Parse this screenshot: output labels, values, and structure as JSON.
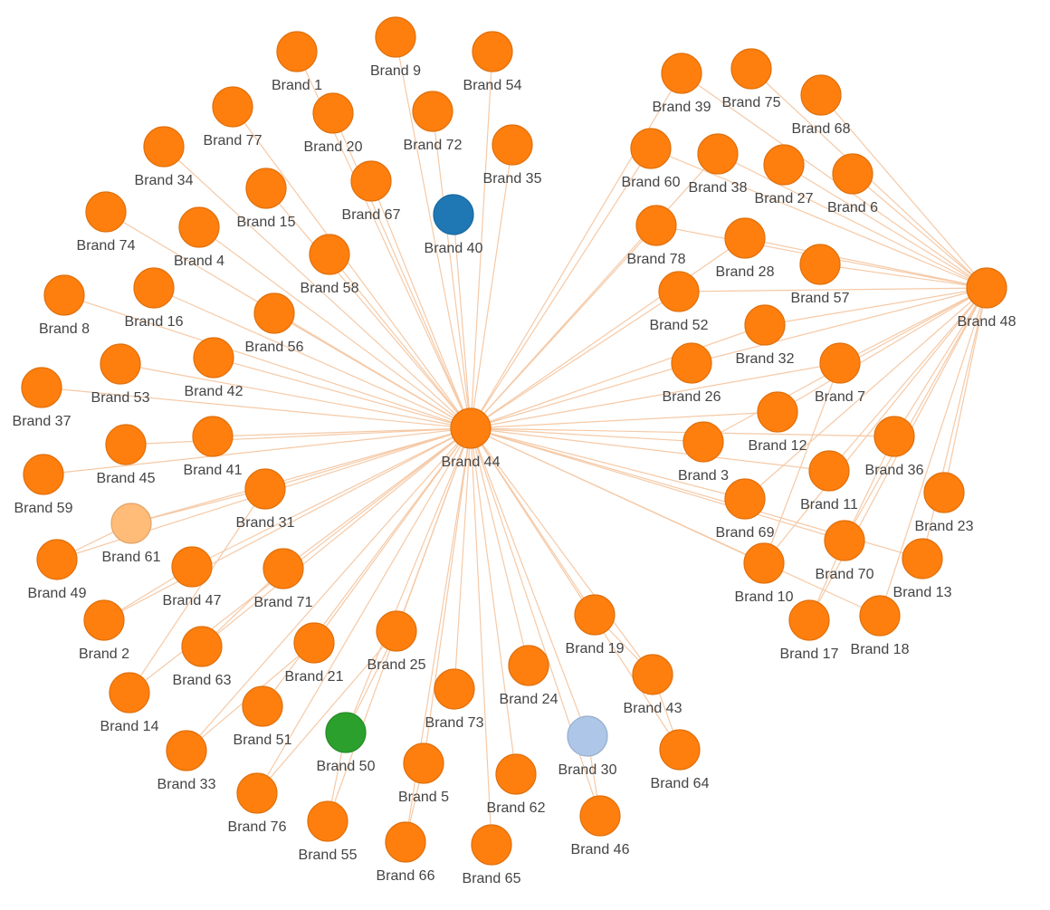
{
  "colors": {
    "default": "#ff7f0e",
    "light_orange": "#ffbb78",
    "blue": "#1f77b4",
    "green": "#2ca02c",
    "light_blue": "#aec7e8",
    "edge": "#f5c9a6",
    "label": "#444444"
  },
  "nodes": [
    {
      "id": "44",
      "label": "Brand 44",
      "color": "default"
    },
    {
      "id": "48",
      "label": "Brand 48",
      "color": "default"
    },
    {
      "id": "1",
      "label": "Brand 1",
      "color": "default"
    },
    {
      "id": "9",
      "label": "Brand 9",
      "color": "default"
    },
    {
      "id": "54",
      "label": "Brand 54",
      "color": "default"
    },
    {
      "id": "20",
      "label": "Brand 20",
      "color": "default"
    },
    {
      "id": "72",
      "label": "Brand 72",
      "color": "default"
    },
    {
      "id": "77",
      "label": "Brand 77",
      "color": "default"
    },
    {
      "id": "35",
      "label": "Brand 35",
      "color": "default"
    },
    {
      "id": "34",
      "label": "Brand 34",
      "color": "default"
    },
    {
      "id": "67",
      "label": "Brand 67",
      "color": "default"
    },
    {
      "id": "15",
      "label": "Brand 15",
      "color": "default"
    },
    {
      "id": "40",
      "label": "Brand 40",
      "color": "blue"
    },
    {
      "id": "74",
      "label": "Brand 74",
      "color": "default"
    },
    {
      "id": "4",
      "label": "Brand 4",
      "color": "default"
    },
    {
      "id": "58",
      "label": "Brand 58",
      "color": "default"
    },
    {
      "id": "8",
      "label": "Brand 8",
      "color": "default"
    },
    {
      "id": "16",
      "label": "Brand 16",
      "color": "default"
    },
    {
      "id": "56",
      "label": "Brand 56",
      "color": "default"
    },
    {
      "id": "53",
      "label": "Brand 53",
      "color": "default"
    },
    {
      "id": "42",
      "label": "Brand 42",
      "color": "default"
    },
    {
      "id": "37",
      "label": "Brand 37",
      "color": "default"
    },
    {
      "id": "45",
      "label": "Brand 45",
      "color": "default"
    },
    {
      "id": "41",
      "label": "Brand 41",
      "color": "default"
    },
    {
      "id": "59",
      "label": "Brand 59",
      "color": "default"
    },
    {
      "id": "31",
      "label": "Brand 31",
      "color": "default"
    },
    {
      "id": "61",
      "label": "Brand 61",
      "color": "light_orange"
    },
    {
      "id": "49",
      "label": "Brand 49",
      "color": "default"
    },
    {
      "id": "47",
      "label": "Brand 47",
      "color": "default"
    },
    {
      "id": "71",
      "label": "Brand 71",
      "color": "default"
    },
    {
      "id": "2",
      "label": "Brand 2",
      "color": "default"
    },
    {
      "id": "63",
      "label": "Brand 63",
      "color": "default"
    },
    {
      "id": "21",
      "label": "Brand 21",
      "color": "default"
    },
    {
      "id": "25",
      "label": "Brand 25",
      "color": "default"
    },
    {
      "id": "14",
      "label": "Brand 14",
      "color": "default"
    },
    {
      "id": "51",
      "label": "Brand 51",
      "color": "default"
    },
    {
      "id": "73",
      "label": "Brand 73",
      "color": "default"
    },
    {
      "id": "24",
      "label": "Brand 24",
      "color": "default"
    },
    {
      "id": "19",
      "label": "Brand 19",
      "color": "default"
    },
    {
      "id": "43",
      "label": "Brand 43",
      "color": "default"
    },
    {
      "id": "33",
      "label": "Brand 33",
      "color": "default"
    },
    {
      "id": "50",
      "label": "Brand 50",
      "color": "green"
    },
    {
      "id": "5",
      "label": "Brand 5",
      "color": "default"
    },
    {
      "id": "30",
      "label": "Brand 30",
      "color": "light_blue"
    },
    {
      "id": "64",
      "label": "Brand 64",
      "color": "default"
    },
    {
      "id": "76",
      "label": "Brand 76",
      "color": "default"
    },
    {
      "id": "62",
      "label": "Brand 62",
      "color": "default"
    },
    {
      "id": "55",
      "label": "Brand 55",
      "color": "default"
    },
    {
      "id": "46",
      "label": "Brand 46",
      "color": "default"
    },
    {
      "id": "66",
      "label": "Brand 66",
      "color": "default"
    },
    {
      "id": "65",
      "label": "Brand 65",
      "color": "default"
    },
    {
      "id": "39",
      "label": "Brand 39",
      "color": "default"
    },
    {
      "id": "75",
      "label": "Brand 75",
      "color": "default"
    },
    {
      "id": "68",
      "label": "Brand 68",
      "color": "default"
    },
    {
      "id": "60",
      "label": "Brand 60",
      "color": "default"
    },
    {
      "id": "38",
      "label": "Brand 38",
      "color": "default"
    },
    {
      "id": "27",
      "label": "Brand 27",
      "color": "default"
    },
    {
      "id": "6",
      "label": "Brand 6",
      "color": "default"
    },
    {
      "id": "78",
      "label": "Brand 78",
      "color": "default"
    },
    {
      "id": "28",
      "label": "Brand 28",
      "color": "default"
    },
    {
      "id": "57",
      "label": "Brand 57",
      "color": "default"
    },
    {
      "id": "52",
      "label": "Brand 52",
      "color": "default"
    },
    {
      "id": "32",
      "label": "Brand 32",
      "color": "default"
    },
    {
      "id": "26",
      "label": "Brand 26",
      "color": "default"
    },
    {
      "id": "7",
      "label": "Brand 7",
      "color": "default"
    },
    {
      "id": "12",
      "label": "Brand 12",
      "color": "default"
    },
    {
      "id": "3",
      "label": "Brand 3",
      "color": "default"
    },
    {
      "id": "36",
      "label": "Brand 36",
      "color": "default"
    },
    {
      "id": "11",
      "label": "Brand 11",
      "color": "default"
    },
    {
      "id": "23",
      "label": "Brand 23",
      "color": "default"
    },
    {
      "id": "69",
      "label": "Brand 69",
      "color": "default"
    },
    {
      "id": "70",
      "label": "Brand 70",
      "color": "default"
    },
    {
      "id": "13",
      "label": "Brand 13",
      "color": "default"
    },
    {
      "id": "10",
      "label": "Brand 10",
      "color": "default"
    },
    {
      "id": "17",
      "label": "Brand 17",
      "color": "default"
    },
    {
      "id": "18",
      "label": "Brand 18",
      "color": "default"
    }
  ],
  "edges": [
    [
      "44",
      "1"
    ],
    [
      "44",
      "9"
    ],
    [
      "44",
      "54"
    ],
    [
      "44",
      "20"
    ],
    [
      "44",
      "72"
    ],
    [
      "44",
      "77"
    ],
    [
      "44",
      "35"
    ],
    [
      "44",
      "34"
    ],
    [
      "44",
      "67"
    ],
    [
      "44",
      "15"
    ],
    [
      "44",
      "40"
    ],
    [
      "44",
      "74"
    ],
    [
      "44",
      "4"
    ],
    [
      "44",
      "58"
    ],
    [
      "44",
      "8"
    ],
    [
      "44",
      "16"
    ],
    [
      "44",
      "56"
    ],
    [
      "44",
      "53"
    ],
    [
      "44",
      "42"
    ],
    [
      "44",
      "37"
    ],
    [
      "44",
      "45"
    ],
    [
      "44",
      "41"
    ],
    [
      "44",
      "59"
    ],
    [
      "44",
      "31"
    ],
    [
      "44",
      "61"
    ],
    [
      "44",
      "49"
    ],
    [
      "44",
      "47"
    ],
    [
      "44",
      "71"
    ],
    [
      "44",
      "2"
    ],
    [
      "44",
      "63"
    ],
    [
      "44",
      "21"
    ],
    [
      "44",
      "25"
    ],
    [
      "44",
      "14"
    ],
    [
      "44",
      "51"
    ],
    [
      "44",
      "73"
    ],
    [
      "44",
      "24"
    ],
    [
      "44",
      "19"
    ],
    [
      "44",
      "43"
    ],
    [
      "44",
      "33"
    ],
    [
      "44",
      "50"
    ],
    [
      "44",
      "5"
    ],
    [
      "44",
      "30"
    ],
    [
      "44",
      "64"
    ],
    [
      "44",
      "76"
    ],
    [
      "44",
      "62"
    ],
    [
      "44",
      "55"
    ],
    [
      "44",
      "46"
    ],
    [
      "44",
      "66"
    ],
    [
      "44",
      "65"
    ],
    [
      "44",
      "39"
    ],
    [
      "44",
      "60"
    ],
    [
      "44",
      "38"
    ],
    [
      "44",
      "78"
    ],
    [
      "44",
      "28"
    ],
    [
      "44",
      "52"
    ],
    [
      "44",
      "32"
    ],
    [
      "44",
      "26"
    ],
    [
      "44",
      "12"
    ],
    [
      "44",
      "3"
    ],
    [
      "44",
      "11"
    ],
    [
      "44",
      "69"
    ],
    [
      "44",
      "10"
    ],
    [
      "44",
      "7"
    ],
    [
      "44",
      "70"
    ],
    [
      "44",
      "13"
    ],
    [
      "44",
      "36"
    ],
    [
      "44",
      "18"
    ],
    [
      "48",
      "39"
    ],
    [
      "48",
      "75"
    ],
    [
      "48",
      "68"
    ],
    [
      "48",
      "60"
    ],
    [
      "48",
      "38"
    ],
    [
      "48",
      "27"
    ],
    [
      "48",
      "6"
    ],
    [
      "48",
      "78"
    ],
    [
      "48",
      "28"
    ],
    [
      "48",
      "57"
    ],
    [
      "48",
      "52"
    ],
    [
      "48",
      "32"
    ],
    [
      "48",
      "26"
    ],
    [
      "48",
      "7"
    ],
    [
      "48",
      "12"
    ],
    [
      "48",
      "3"
    ],
    [
      "48",
      "36"
    ],
    [
      "48",
      "11"
    ],
    [
      "48",
      "23"
    ],
    [
      "48",
      "69"
    ],
    [
      "48",
      "70"
    ],
    [
      "48",
      "13"
    ],
    [
      "48",
      "10"
    ],
    [
      "48",
      "17"
    ],
    [
      "48",
      "18"
    ],
    [
      "43",
      "19"
    ],
    [
      "43",
      "64"
    ],
    [
      "30",
      "46"
    ],
    [
      "50",
      "25"
    ],
    [
      "50",
      "55"
    ],
    [
      "5",
      "66"
    ],
    [
      "61",
      "31"
    ],
    [
      "61",
      "49"
    ],
    [
      "2",
      "47"
    ],
    [
      "63",
      "71"
    ],
    [
      "14",
      "31"
    ],
    [
      "33",
      "21"
    ],
    [
      "76",
      "25"
    ],
    [
      "17",
      "70"
    ],
    [
      "36",
      "70"
    ],
    [
      "10",
      "7"
    ]
  ]
}
